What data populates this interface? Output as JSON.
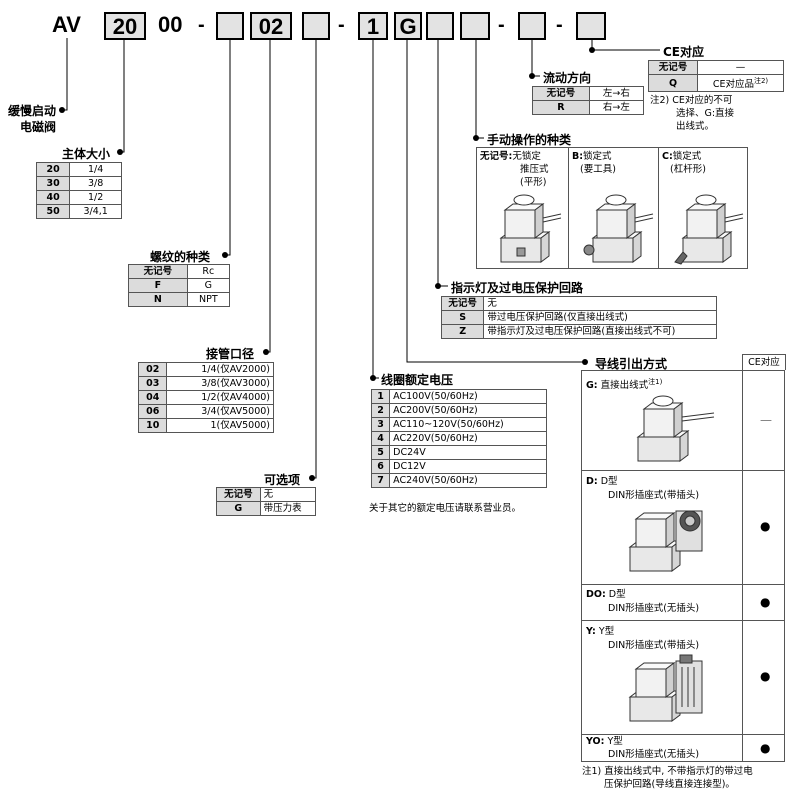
{
  "code": {
    "prefix": "AV",
    "size": "20",
    "fixed": "00",
    "port": "02",
    "voltage": "1",
    "option_g": "G"
  },
  "series_label": [
    "缓慢启动",
    "电磁阀"
  ],
  "body_size": {
    "title": "主体大小",
    "rows": [
      [
        "20",
        "1/4"
      ],
      [
        "30",
        "3/8"
      ],
      [
        "40",
        "1/2"
      ],
      [
        "50",
        "3/4,1"
      ]
    ]
  },
  "thread": {
    "title": "螺纹的种类",
    "rows": [
      [
        "无记号",
        "Rc"
      ],
      [
        "F",
        "G"
      ],
      [
        "N",
        "NPT"
      ]
    ]
  },
  "port_size": {
    "title": "接管口径",
    "rows": [
      [
        "02",
        "1/4(仅AV2000)"
      ],
      [
        "03",
        "3/8(仅AV3000)"
      ],
      [
        "04",
        "1/2(仅AV4000)"
      ],
      [
        "06",
        "3/4(仅AV5000)"
      ],
      [
        "10",
        "1(仅AV5000)"
      ]
    ]
  },
  "option": {
    "title": "可选项",
    "rows": [
      [
        "无记号",
        "无"
      ],
      [
        "G",
        "带压力表"
      ]
    ]
  },
  "coil_voltage": {
    "title": "线圈额定电压",
    "rows": [
      [
        "1",
        "AC100V(50/60Hz)"
      ],
      [
        "2",
        "AC200V(50/60Hz)"
      ],
      [
        "3",
        "AC110~120V(50/60Hz)"
      ],
      [
        "4",
        "AC220V(50/60Hz)"
      ],
      [
        "5",
        "DC24V"
      ],
      [
        "6",
        "DC12V"
      ],
      [
        "7",
        "AC240V(50/60Hz)"
      ]
    ],
    "note": "关于其它的额定电压请联系营业员。"
  },
  "indicator": {
    "title": "指示灯及过电压保护回路",
    "rows": [
      [
        "无记号",
        "无"
      ],
      [
        "S",
        "带过电压保护回路(仅直接出线式)"
      ],
      [
        "Z",
        "带指示灯及过电压保护回路(直接出线式不可)"
      ]
    ]
  },
  "manual": {
    "title": "手动操作的种类",
    "items": [
      {
        "key": "无记号:",
        "lines": [
          "无锁定",
          "推压式",
          "(平形)"
        ]
      },
      {
        "key": "B:",
        "lines": [
          "锁定式",
          "(要工具)"
        ]
      },
      {
        "key": "C:",
        "lines": [
          "锁定式",
          "(杠杆形)"
        ]
      }
    ]
  },
  "flow": {
    "title": "流动方向",
    "rows": [
      [
        "无记号",
        "左→右"
      ],
      [
        "R",
        "右→左"
      ]
    ]
  },
  "ce": {
    "title": "CE对应",
    "rows": [
      [
        "无记号",
        "—"
      ],
      [
        "Q",
        "CE对应品"
      ]
    ],
    "sup": "注2)",
    "note": [
      "注2) CE对应的不可",
      "选择、G:直接",
      "出线式。"
    ]
  },
  "wiring": {
    "title": "导线引出方式",
    "ce_header": "CE对应",
    "items": [
      {
        "key": "G:",
        "text": "直接出线式",
        "sup": "注1)",
        "mark": "—"
      },
      {
        "key": "D:",
        "text": "D型",
        "sub": "DIN形插座式(带插头)",
        "mark": "●"
      },
      {
        "key": "DO:",
        "text": "D型",
        "sub": "DIN形插座式(无插头)",
        "mark": "●"
      },
      {
        "key": "Y:",
        "text": "Y型",
        "sub": "DIN形插座式(带插头)",
        "mark": "●"
      },
      {
        "key": "YO:",
        "text": "Y型",
        "sub": "DIN形插座式(无插头)",
        "mark": "●"
      }
    ],
    "note": [
      "注1) 直接出线式中, 不带指示灯的带过电",
      "压保护回路(导线直接连接型)。"
    ]
  },
  "colors": {
    "box_fill": "#e3e3e3",
    "key_fill": "#dcdcdc",
    "line": "#000000"
  }
}
